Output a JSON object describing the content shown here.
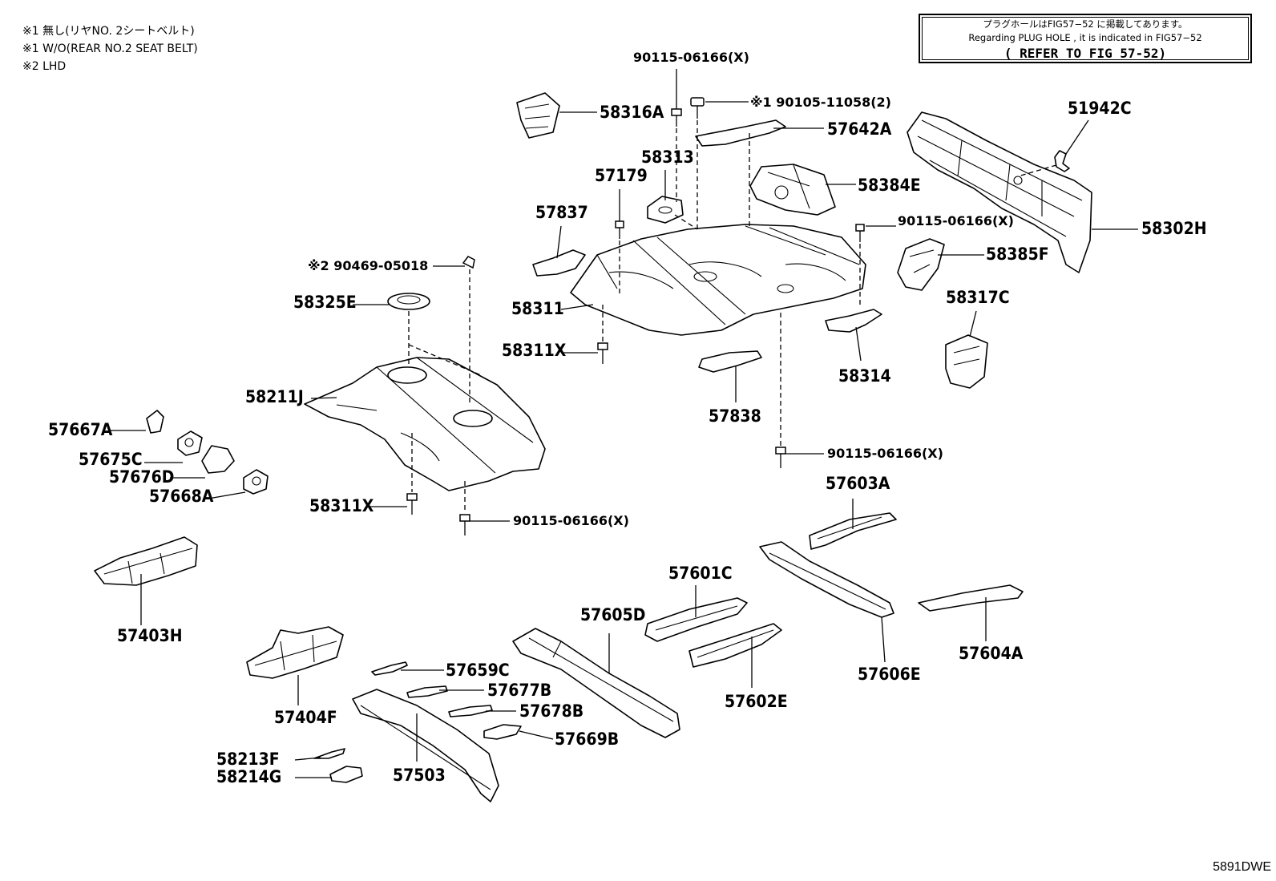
{
  "notes": [
    "※1 無し(リヤNO. 2シートベルト)",
    "※1 W/O(REAR NO.2 SEAT BELT)",
    "※2 LHD"
  ],
  "reference_box": {
    "line1": "プラグホールはFIG57−52 に掲載してあります。",
    "line2": "Regarding  PLUG HOLE , it is indicated in  FIG57−52",
    "line3": "( REFER TO FIG 57-52)"
  },
  "figure_id": "5891DWE",
  "part_numbers": {
    "p58316A": "58316A",
    "p90115_top": "90115-06166(X)",
    "p90105": "※1 90105-11058(2)",
    "p57642A": "57642A",
    "p51942C": "51942C",
    "p58313": "58313",
    "p57179": "57179",
    "p58384E": "58384E",
    "p57837": "57837",
    "p90115_mid": "90115-06166(X)",
    "p58302H": "58302H",
    "p58385F": "58385F",
    "p90469": "※2 90469-05018",
    "p58325E": "58325E",
    "p58311": "58311",
    "p58317C": "58317C",
    "p58311X_a": "58311X",
    "p58314": "58314",
    "p58211J": "58211J",
    "p57838": "57838",
    "p57667A": "57667A",
    "p57675C": "57675C",
    "p90115_low": "90115-06166(X)",
    "p57676D": "57676D",
    "p57668A": "57668A",
    "p57603A": "57603A",
    "p58311X_b": "58311X",
    "p90115_bot": "90115-06166(X)",
    "p57601C": "57601C",
    "p57403H": "57403H",
    "p57605D": "57605D",
    "p57604A": "57604A",
    "p57659C": "57659C",
    "p57606E": "57606E",
    "p57677B": "57677B",
    "p57602E": "57602E",
    "p57678B": "57678B",
    "p57404F": "57404F",
    "p57669B": "57669B",
    "p58213F": "58213F",
    "p58214G": "58214G",
    "p57503": "57503"
  },
  "icons": {
    "bolt": "bolt-icon",
    "grommet": "plug-grommet-icon"
  },
  "colors": {
    "line": "#000000",
    "background": "#ffffff"
  }
}
